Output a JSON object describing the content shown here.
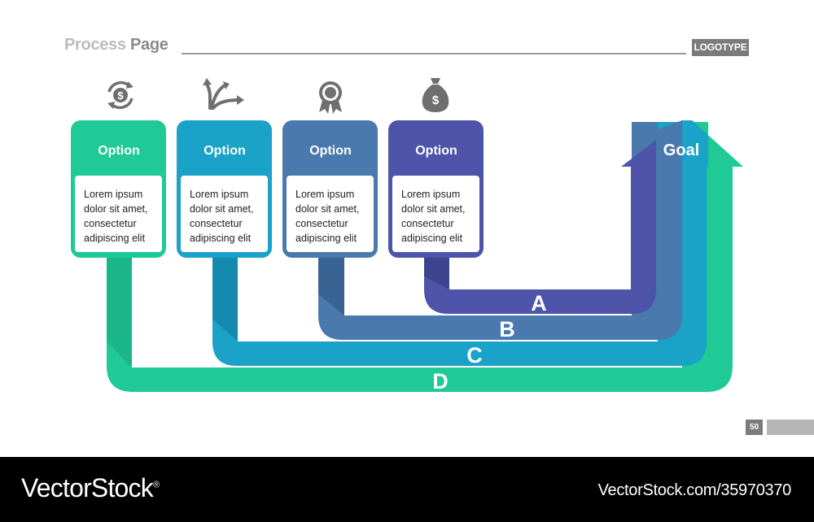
{
  "header": {
    "title_part1": "Process",
    "title_part2": "Page",
    "logotype": "LOGOTYPE"
  },
  "options": [
    {
      "title": "Option",
      "body": [
        "Lorem ipsum",
        "dolor sit amet,",
        "consectetur",
        "adipiscing elit"
      ],
      "icon": "dollar-cycle-icon",
      "color": "#1fca96"
    },
    {
      "title": "Option",
      "body": [
        "Lorem ipsum",
        "dolor sit amet,",
        "consectetur",
        "adipiscing elit"
      ],
      "icon": "split-arrows-icon",
      "color": "#1aa2c9"
    },
    {
      "title": "Option",
      "body": [
        "Lorem ipsum",
        "dolor sit amet,",
        "consectetur",
        "adipiscing elit"
      ],
      "icon": "award-medal-icon",
      "color": "#4a79ae"
    },
    {
      "title": "Option",
      "body": [
        "Lorem ipsum",
        "dolor sit amet,",
        "consectetur",
        "adipiscing elit"
      ],
      "icon": "money-bag-icon",
      "color": "#4d54a9"
    }
  ],
  "paths": [
    {
      "label": "A",
      "color": "#4d54a9"
    },
    {
      "label": "B",
      "color": "#4a79ae"
    },
    {
      "label": "C",
      "color": "#1aa2c9"
    },
    {
      "label": "D",
      "color": "#1fca96"
    }
  ],
  "goal": {
    "label": "Goal"
  },
  "page_number": "50",
  "footer": {
    "brand": "VectorStock",
    "brand_mark": "®",
    "image_id": "VectorStock.com/35970370"
  }
}
